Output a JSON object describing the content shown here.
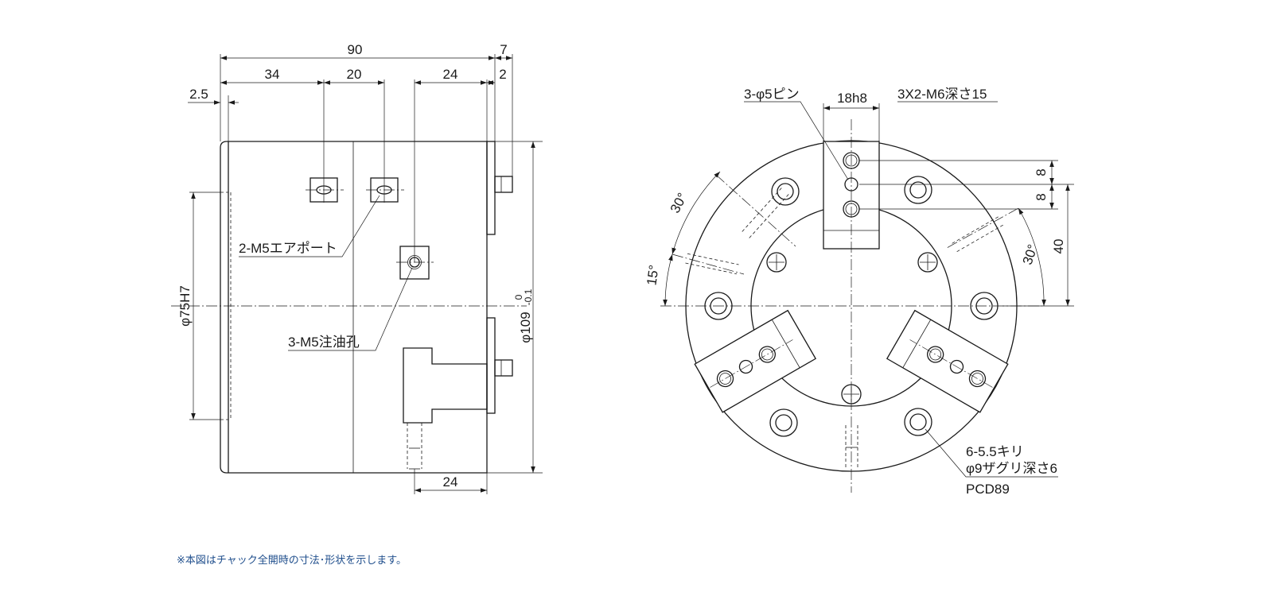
{
  "side_view": {
    "dim_overall": "90",
    "dim_right_7": "7",
    "dim_34": "34",
    "dim_20": "20",
    "dim_24_top": "24",
    "dim_2": "2",
    "dim_2_5": "2.5",
    "dim_24_bottom": "24",
    "dim_bore": "φ75H7",
    "dim_outer_diameter": "φ109",
    "dim_outer_tol_upper": "0",
    "dim_outer_tol_lower": "-0.1",
    "label_air_port": "2-M5エアポート",
    "label_oil_hole": "3-M5注油孔"
  },
  "front_view": {
    "label_pins": "3-φ5ピン",
    "dim_slot": "18h8",
    "label_taps": "3X2-M6深さ15",
    "dim_8_a": "8",
    "dim_8_b": "8",
    "dim_40": "40",
    "angle_30_left": "30°",
    "angle_15": "15°",
    "angle_30_right": "30°",
    "label_holes_1": "6-5.5キリ",
    "label_holes_2": "φ9ザグリ深さ6",
    "label_holes_3": "PCD89"
  },
  "footnote": "※本図はチャック全開時の寸法･形状を示します。"
}
